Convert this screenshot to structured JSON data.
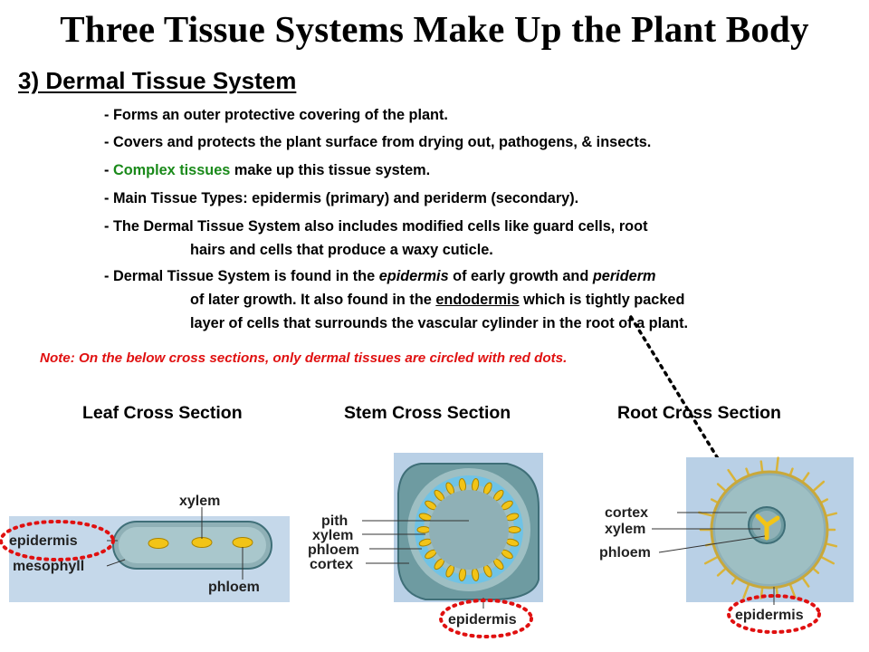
{
  "title": "Three Tissue Systems Make Up the Plant Body",
  "section_heading": "3)  Dermal Tissue System",
  "bullets": {
    "b1": "- Forms an outer protective covering of the plant.",
    "b2": "- Covers and protects the plant surface from drying out, pathogens, & insects.",
    "b3_prefix": "- ",
    "b3_highlight": "Complex tissues",
    "b3_suffix": " make up this tissue system.",
    "b4": "- Main Tissue Types: epidermis (primary) and periderm (secondary).",
    "b5_line1": "- The Dermal Tissue System also includes modified cells like guard cells, root",
    "b5_line2": "hairs and cells that produce a waxy cuticle.",
    "b6_line1_a": "- Dermal Tissue System is found in the ",
    "b6_line1_b": "epidermis",
    "b6_line1_c": " of early growth and ",
    "b6_line1_d": "periderm",
    "b6_line2_a": "of later growth.  It also found in the ",
    "b6_line2_b": "endodermis",
    "b6_line2_c": " which is tightly packed",
    "b6_line3": "layer of cells that surrounds the vascular cylinder in the root of a plant."
  },
  "note": "Note: On the below cross sections, only dermal tissues are circled with red dots.",
  "panels": {
    "leaf": {
      "title": "Leaf Cross Section",
      "labels": {
        "xylem": "xylem",
        "epidermis": "epidermis",
        "mesophyll": "mesophyll",
        "phloem": "phloem"
      }
    },
    "stem": {
      "title": "Stem Cross Section",
      "labels": {
        "pith": "pith",
        "xylem": "xylem",
        "phloem": "phloem",
        "cortex": "cortex",
        "epidermis": "epidermis"
      }
    },
    "root": {
      "title": "Root Cross Section",
      "labels": {
        "cortex": "cortex",
        "xylem": "xylem",
        "phloem": "phloem",
        "epidermis": "epidermis"
      }
    }
  },
  "colors": {
    "highlight_text": "#1a8a1a",
    "note_text": "#e01010",
    "dotted_circle": "#e01010",
    "tissue_fill": "#8fb0b6",
    "background_panel": "#b9d0e6"
  }
}
